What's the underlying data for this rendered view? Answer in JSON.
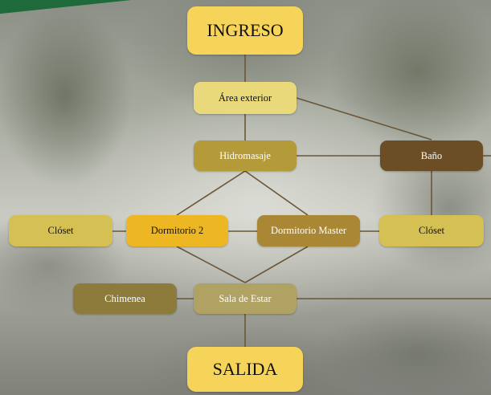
{
  "colors": {
    "terminal": "#f6d45a",
    "pale": "#ead97a",
    "olive": "#b59a3a",
    "dark_brown": "#6b4e25",
    "light_olive": "#d5c153",
    "orange_gold": "#ecb722",
    "bronze": "#a98735",
    "khaki": "#8d7b3b",
    "tan": "#b0a262",
    "line": "#6a5638",
    "text_dark": "#111111",
    "text_light": "#ffffff",
    "banner": "#1f6a3a"
  },
  "diagram": {
    "nodes": {
      "ingreso": {
        "label": "INGRESO"
      },
      "area_exterior": {
        "label": "Área exterior"
      },
      "hidromasaje": {
        "label": "Hidromasaje"
      },
      "bano": {
        "label": "Baño"
      },
      "closet_left": {
        "label": "Clóset"
      },
      "dormitorio_2": {
        "label": "Dormitorio 2"
      },
      "dormitorio_master": {
        "label": "Dormitorio Master"
      },
      "closet_right": {
        "label": "Clóset"
      },
      "chimenea": {
        "label": "Chimenea"
      },
      "sala_de_estar": {
        "label": "Sala de Estar"
      },
      "salida": {
        "label": "SALIDA"
      }
    },
    "connections": [
      [
        "ingreso",
        "area_exterior"
      ],
      [
        "area_exterior",
        "hidromasaje"
      ],
      [
        "area_exterior",
        "bano"
      ],
      [
        "hidromasaje",
        "bano"
      ],
      [
        "hidromasaje",
        "dormitorio_2"
      ],
      [
        "hidromasaje",
        "dormitorio_master"
      ],
      [
        "closet_left",
        "dormitorio_2"
      ],
      [
        "dormitorio_2",
        "dormitorio_master"
      ],
      [
        "dormitorio_master",
        "closet_right"
      ],
      [
        "bano",
        "closet_right"
      ],
      [
        "dormitorio_2",
        "sala_de_estar"
      ],
      [
        "dormitorio_master",
        "sala_de_estar"
      ],
      [
        "chimenea",
        "sala_de_estar"
      ],
      [
        "sala_de_estar",
        "salida"
      ]
    ]
  }
}
